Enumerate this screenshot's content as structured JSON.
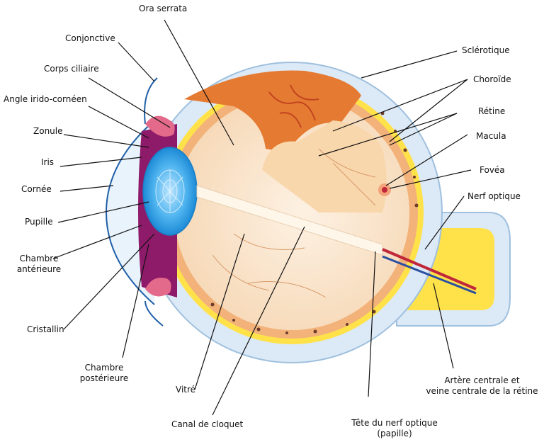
{
  "labels": {
    "ora_serrata": "Ora serrata",
    "conjonctive": "Conjonctive",
    "corps_ciliaire": "Corps ciliaire",
    "angle_irido_corneen": "Angle irido-cornéen",
    "zonule": "Zonule",
    "iris": "Iris",
    "cornee": "Cornée",
    "pupille": "Pupille",
    "chambre_anterieure_1": "Chambre",
    "chambre_anterieure_2": "antérieure",
    "cristallin": "Cristallin",
    "chambre_posterieure_1": "Chambre",
    "chambre_posterieure_2": "postérieure",
    "vitre": "Vitré",
    "canal_de_cloquet": "Canal de cloquet",
    "tete_nerf_1": "Tête du nerf optique",
    "tete_nerf_2": "(papille)",
    "artere_1": "Artère centrale et",
    "artere_2": "veine centrale de la rétine",
    "sclerotique": "Sclérotique",
    "choroide": "Choroïde",
    "retine": "Rétine",
    "macula": "Macula",
    "fovea": "Fovéa",
    "nerf_optique": "Nerf optique"
  },
  "colors": {
    "sclera": "#dce9f6",
    "sclera_edge": "#9fc0de",
    "choroid": "#f2b27a",
    "retina_yellow": "#ffe24a",
    "vitreous": "#fbe9d6",
    "iris": "#8e1a6a",
    "lens": "#3ba8e8",
    "cornea_line": "#1f5fa8",
    "leader": "#111111",
    "artery": "#c0273a",
    "vein": "#2a4fa0"
  }
}
